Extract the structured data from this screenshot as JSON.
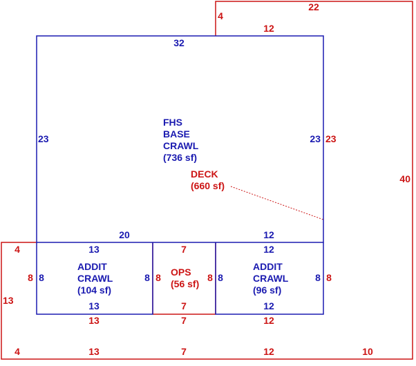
{
  "colors": {
    "blue": "#1a1ab0",
    "red": "#cc1414",
    "background": "#ffffff"
  },
  "areas": {
    "fhs": [
      "FHS",
      "BASE",
      "CRAWL",
      "(736 sf)"
    ],
    "deck": [
      "DECK",
      "(660 sf)"
    ],
    "addit_left": [
      "ADDIT",
      "CRAWL",
      "(104 sf)"
    ],
    "ops": [
      "OPS",
      "(56 sf)"
    ],
    "addit_right": [
      "ADDIT",
      "CRAWL",
      "(96 sf)"
    ]
  },
  "dims": {
    "fhs_top": "32",
    "fhs_left": "23",
    "fhs_right": "23",
    "fhs_bottom_left": "20",
    "fhs_bottom_right": "12",
    "deck_top_left_step": "4",
    "deck_top": "22",
    "deck_top_inner": "12",
    "deck_right_inner": "23",
    "deck_right_outer": "40",
    "deck_left_step": "4",
    "deck_left_outer": "13",
    "deck_bottom_left": "4",
    "deck_bottom_1": "13",
    "deck_bottom_2": "7",
    "deck_bottom_3": "12",
    "deck_bottom_right": "10",
    "add_left_top": "13",
    "add_left_bottom": "13",
    "add_left_bottom_red": "13",
    "add_left_side_blue": "8",
    "add_left_side_red": "8",
    "add_left_right_blue": "8",
    "ops_top": "7",
    "ops_bottom": "7",
    "ops_bottom_red": "7",
    "ops_left": "8",
    "ops_right": "8",
    "add_right_top_blue": "12",
    "add_right_top_inner": "12",
    "add_right_bottom": "12",
    "add_right_bottom_red": "12",
    "add_right_left": "8",
    "add_right_right_blue": "8",
    "add_right_right_red": "8"
  }
}
